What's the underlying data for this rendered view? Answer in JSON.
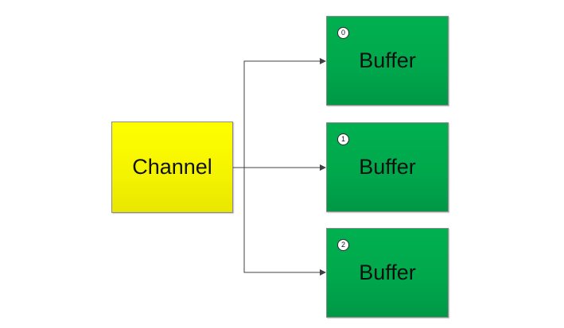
{
  "diagram": {
    "source": {
      "label": "Channel",
      "color": "#ffff00"
    },
    "targets": [
      {
        "index": "0",
        "label": "Buffer",
        "color": "#00b050"
      },
      {
        "index": "1",
        "label": "Buffer",
        "color": "#00b050"
      },
      {
        "index": "2",
        "label": "Buffer",
        "color": "#00b050"
      }
    ],
    "connector_color": "#404040"
  }
}
